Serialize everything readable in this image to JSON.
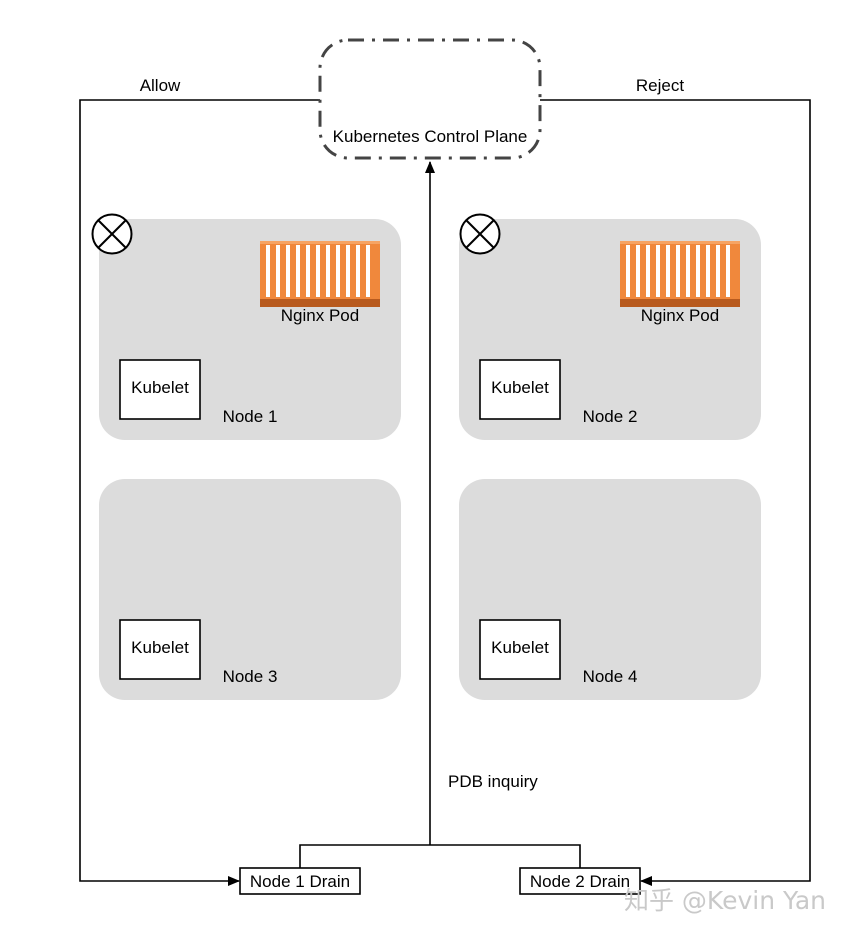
{
  "control_plane": {
    "label": "Kubernetes Control Plane"
  },
  "edges": {
    "allow": "Allow",
    "reject": "Reject",
    "pdb_inquiry": "PDB inquiry"
  },
  "nodes": [
    {
      "name": "Node 1",
      "kubelet": "Kubelet",
      "pod": "Nginx Pod"
    },
    {
      "name": "Node 2",
      "kubelet": "Kubelet",
      "pod": "Nginx Pod"
    },
    {
      "name": "Node 3",
      "kubelet": "Kubelet"
    },
    {
      "name": "Node 4",
      "kubelet": "Kubelet"
    }
  ],
  "drains": {
    "node1": "Node 1 Drain",
    "node2": "Node 2 Drain"
  },
  "watermark": "知乎 @Kevin Yan",
  "colors": {
    "node_bg": "#dcdcdc",
    "pod_orange": "#f0883c",
    "pod_dark": "#b85a1e",
    "line": "#000000"
  }
}
